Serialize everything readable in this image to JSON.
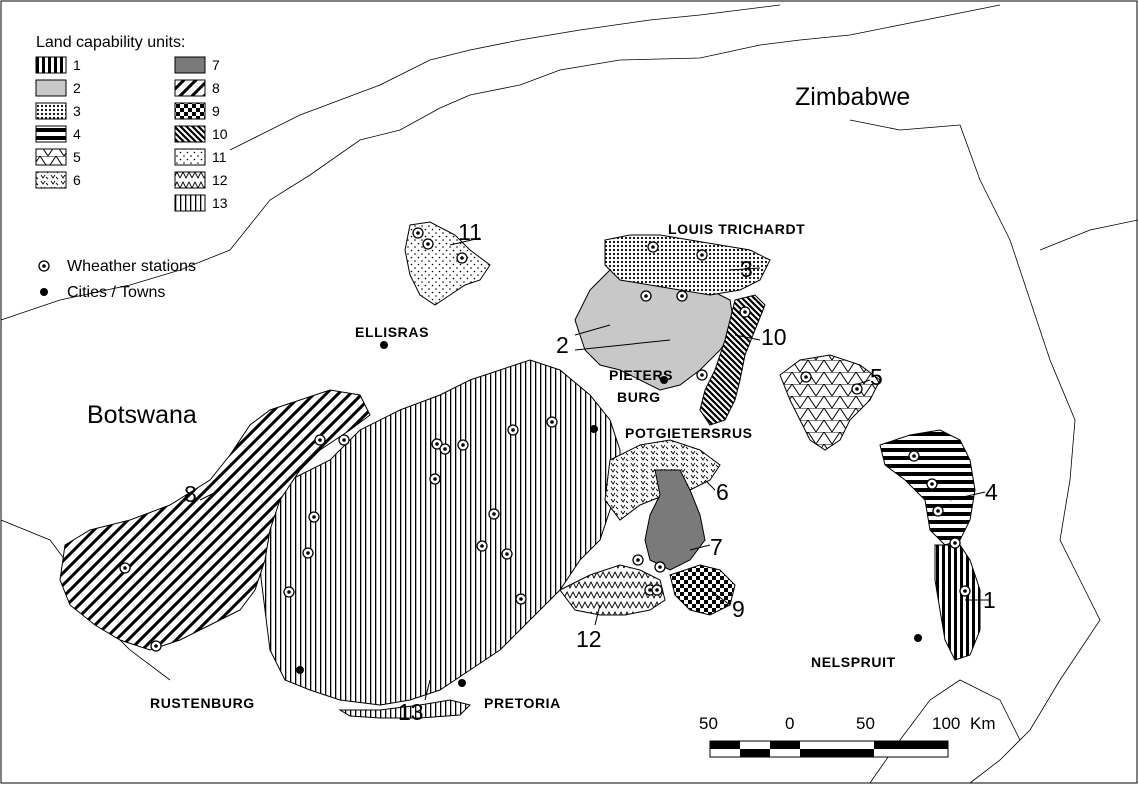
{
  "legend": {
    "title": "Land capability units:",
    "units": [
      {
        "id": "1",
        "label": "1"
      },
      {
        "id": "2",
        "label": "2"
      },
      {
        "id": "3",
        "label": "3"
      },
      {
        "id": "4",
        "label": "4"
      },
      {
        "id": "5",
        "label": "5"
      },
      {
        "id": "6",
        "label": "6"
      },
      {
        "id": "7",
        "label": "7"
      },
      {
        "id": "8",
        "label": "8"
      },
      {
        "id": "9",
        "label": "9"
      },
      {
        "id": "10",
        "label": "10"
      },
      {
        "id": "11",
        "label": "11"
      },
      {
        "id": "12",
        "label": "12"
      },
      {
        "id": "13",
        "label": "13"
      }
    ],
    "weather_stations": "Wheather stations",
    "cities_towns": "Cities / Towns"
  },
  "countries": {
    "zimbabwe": "Zimbabwe",
    "botswana": "Botswana"
  },
  "cities": {
    "louis_trichardt": "LOUIS TRICHARDT",
    "ellisras": "ELLISRAS",
    "pietersburg_1": "PIETERS",
    "pietersburg_2": "BURG",
    "potgietersrus": "POTGIETERSRUS",
    "nelspruit": "NELSPRUIT",
    "rustenburg": "RUSTENBURG",
    "pretoria": "PRETORIA"
  },
  "unit_labels": {
    "u1": "1",
    "u2": "2",
    "u3": "3",
    "u4": "4",
    "u5": "5",
    "u6": "6",
    "u7": "7",
    "u8": "8",
    "u9": "9",
    "u10": "10",
    "u11": "11",
    "u12": "12",
    "u13": "13"
  },
  "scale_bar": {
    "labels": [
      "50",
      "0",
      "50",
      "100"
    ],
    "unit": "Km"
  },
  "colors": {
    "ink": "#000000",
    "unit2_fill": "#c8c8c8",
    "unit7_fill": "#7a7a7a",
    "background": "#ffffff"
  }
}
